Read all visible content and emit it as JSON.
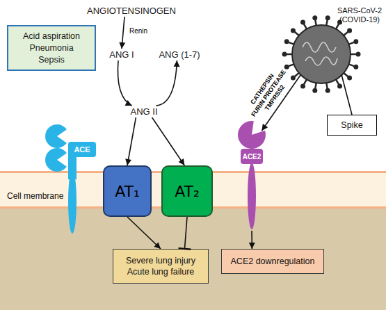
{
  "diagram": {
    "nodes": [
      {
        "text": [
          "ANGIOTENSINOGEN"
        ]
      },
      {
        "text": [
          "SARS-CoV-2 (COVID-19)"
        ]
      },
      {
        "text": [
          "Acid aspiration",
          "Pneumonia",
          "Sepsis"
        ]
      },
      {
        "text": [
          "ANG I"
        ]
      },
      {
        "text": [
          "ANG (1-7)"
        ]
      },
      {
        "text": [
          "ANG II"
        ]
      },
      {
        "text": [
          "Spike"
        ]
      },
      {
        "text": [
          "ACE"
        ]
      },
      {
        "text": [
          "AT₁"
        ]
      },
      {
        "text": [
          "AT₂"
        ]
      },
      {
        "text": [
          "ACE2"
        ]
      },
      {
        "text": [
          "Cell membrane"
        ]
      },
      {
        "text": [
          "Severe lung injury",
          "Acute lung failure"
        ]
      },
      {
        "text": [
          "ACE2 downregulation"
        ]
      }
    ],
    "edges": [
      {
        "from": 0,
        "to": 3,
        "arrow": "to",
        "label": "Renin"
      },
      {
        "from": 3,
        "to": 5,
        "arrow": "to"
      },
      {
        "from": 5,
        "to": 4,
        "arrow": "to"
      },
      {
        "from": 5,
        "to": 8,
        "arrow": "to"
      },
      {
        "from": 5,
        "to": 9,
        "arrow": "to"
      },
      {
        "from": 8,
        "to": 12,
        "arrow": "to"
      },
      {
        "from": 9,
        "to": 12,
        "arrow": "to"
      },
      {
        "from": 10,
        "to": 13,
        "arrow": "to"
      },
      {
        "from": 1,
        "to": 6,
        "arrow": "none"
      },
      {
        "from": 1,
        "to": 10,
        "arrow": "to",
        "label": "CATHEPSIN FURIN PROTEASE TMPRSS2"
      }
    ]
  }
}
